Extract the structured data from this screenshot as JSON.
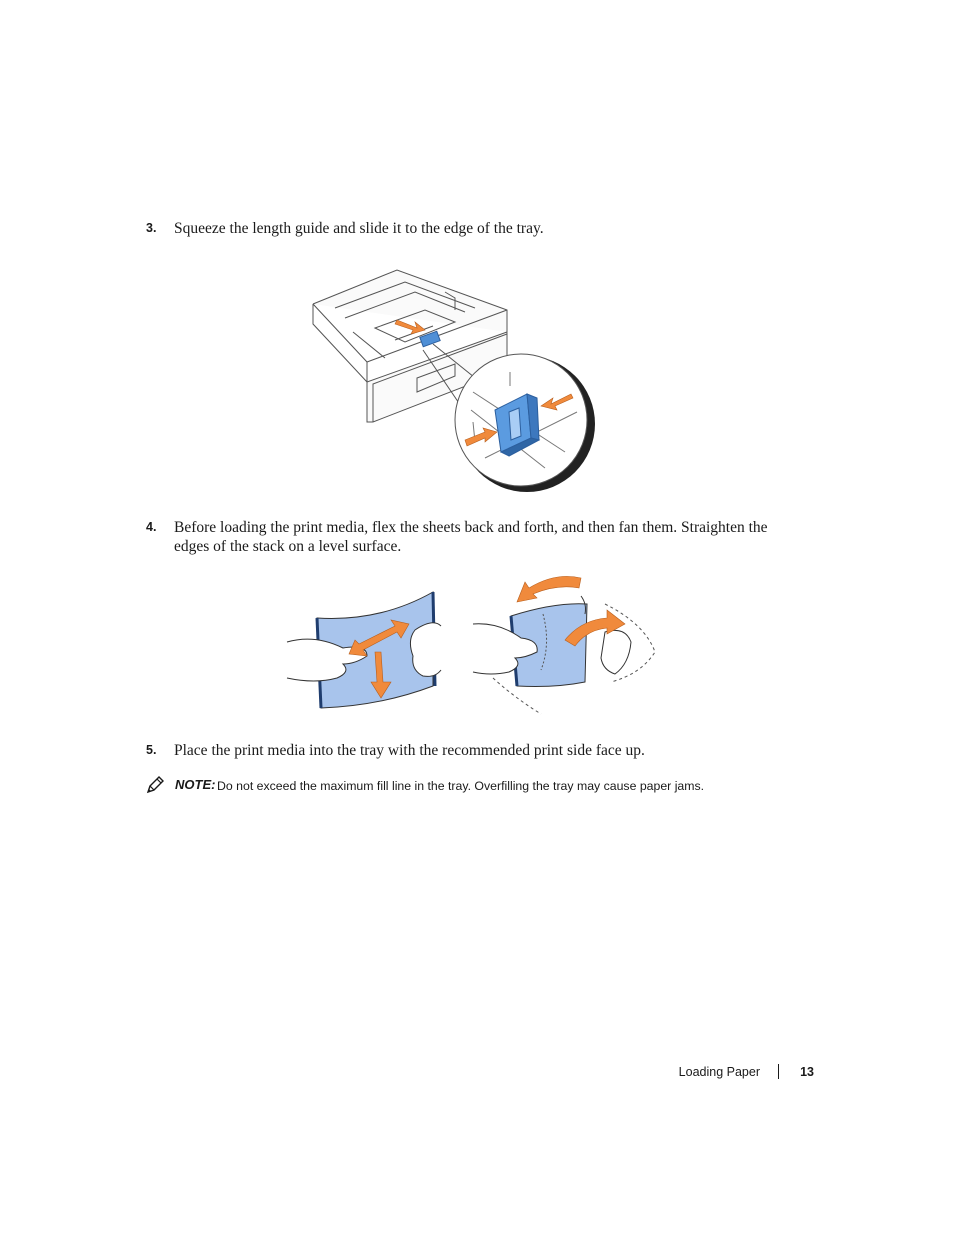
{
  "steps": [
    {
      "number": "3.",
      "text": "Squeeze the length guide and slide it to the edge of the tray."
    },
    {
      "number": "4.",
      "text": "Before loading the print media, flex the sheets back and forth, and then fan them. Straighten the edges of the stack on a level surface."
    },
    {
      "number": "5.",
      "text": "Place the print media into the tray with the recommended print side face up."
    }
  ],
  "note": {
    "label": "NOTE:",
    "text": "Do not exceed the maximum fill line in the tray. Overfilling the tray may cause paper jams."
  },
  "footer": {
    "section": "Loading Paper",
    "page_number": "13"
  },
  "colors": {
    "accent_orange": "#f08a3c",
    "paper_blue": "#a8c4ec",
    "guide_blue": "#4f8fd6",
    "line": "#555555"
  },
  "icons": {
    "note": "pencil-note-icon"
  }
}
